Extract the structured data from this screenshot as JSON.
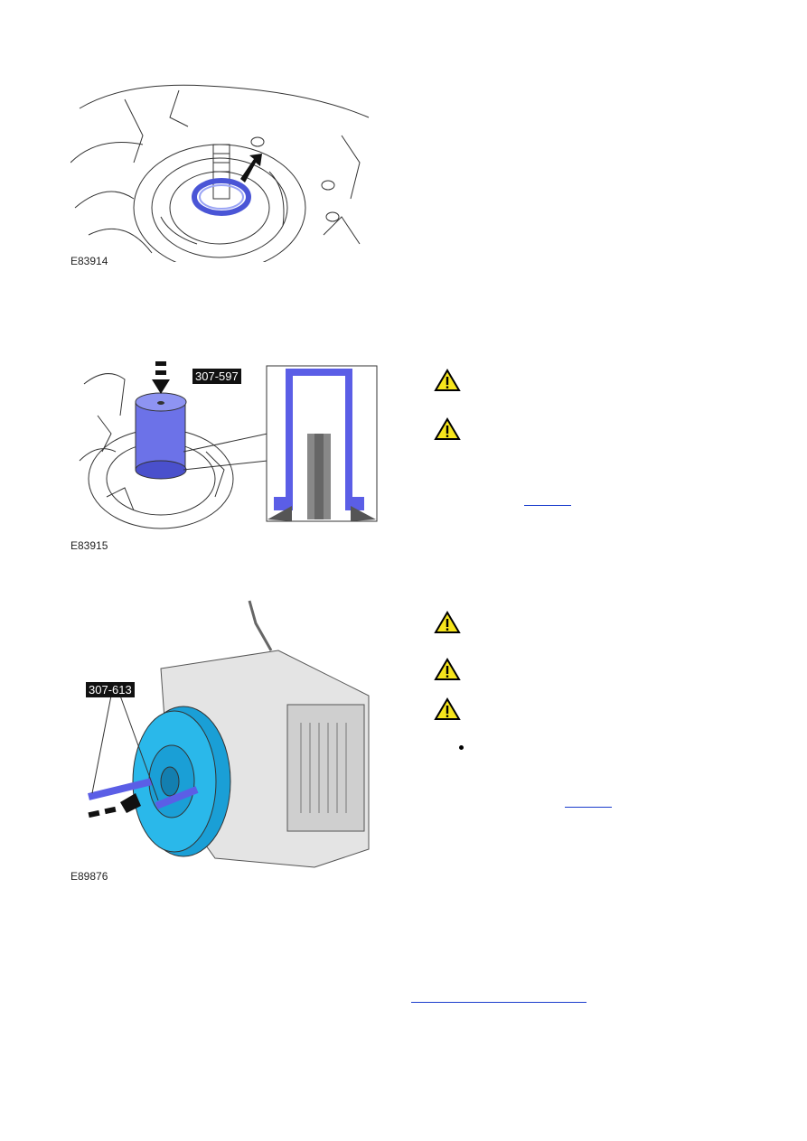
{
  "figures": [
    {
      "id": "E83914"
    },
    {
      "id": "E83915",
      "tool": "307-597"
    },
    {
      "id": "E89876",
      "tool": "307-613"
    }
  ],
  "colors": {
    "highlight_blue": "#5b5ee6",
    "converter_cyan": "#1fb4e6",
    "warning_yellow": "#f6e51c",
    "link_blue": "#1a3ccc"
  },
  "icons": {
    "warning": "warning-triangle-icon",
    "bullet": "bullet-dot-icon"
  }
}
